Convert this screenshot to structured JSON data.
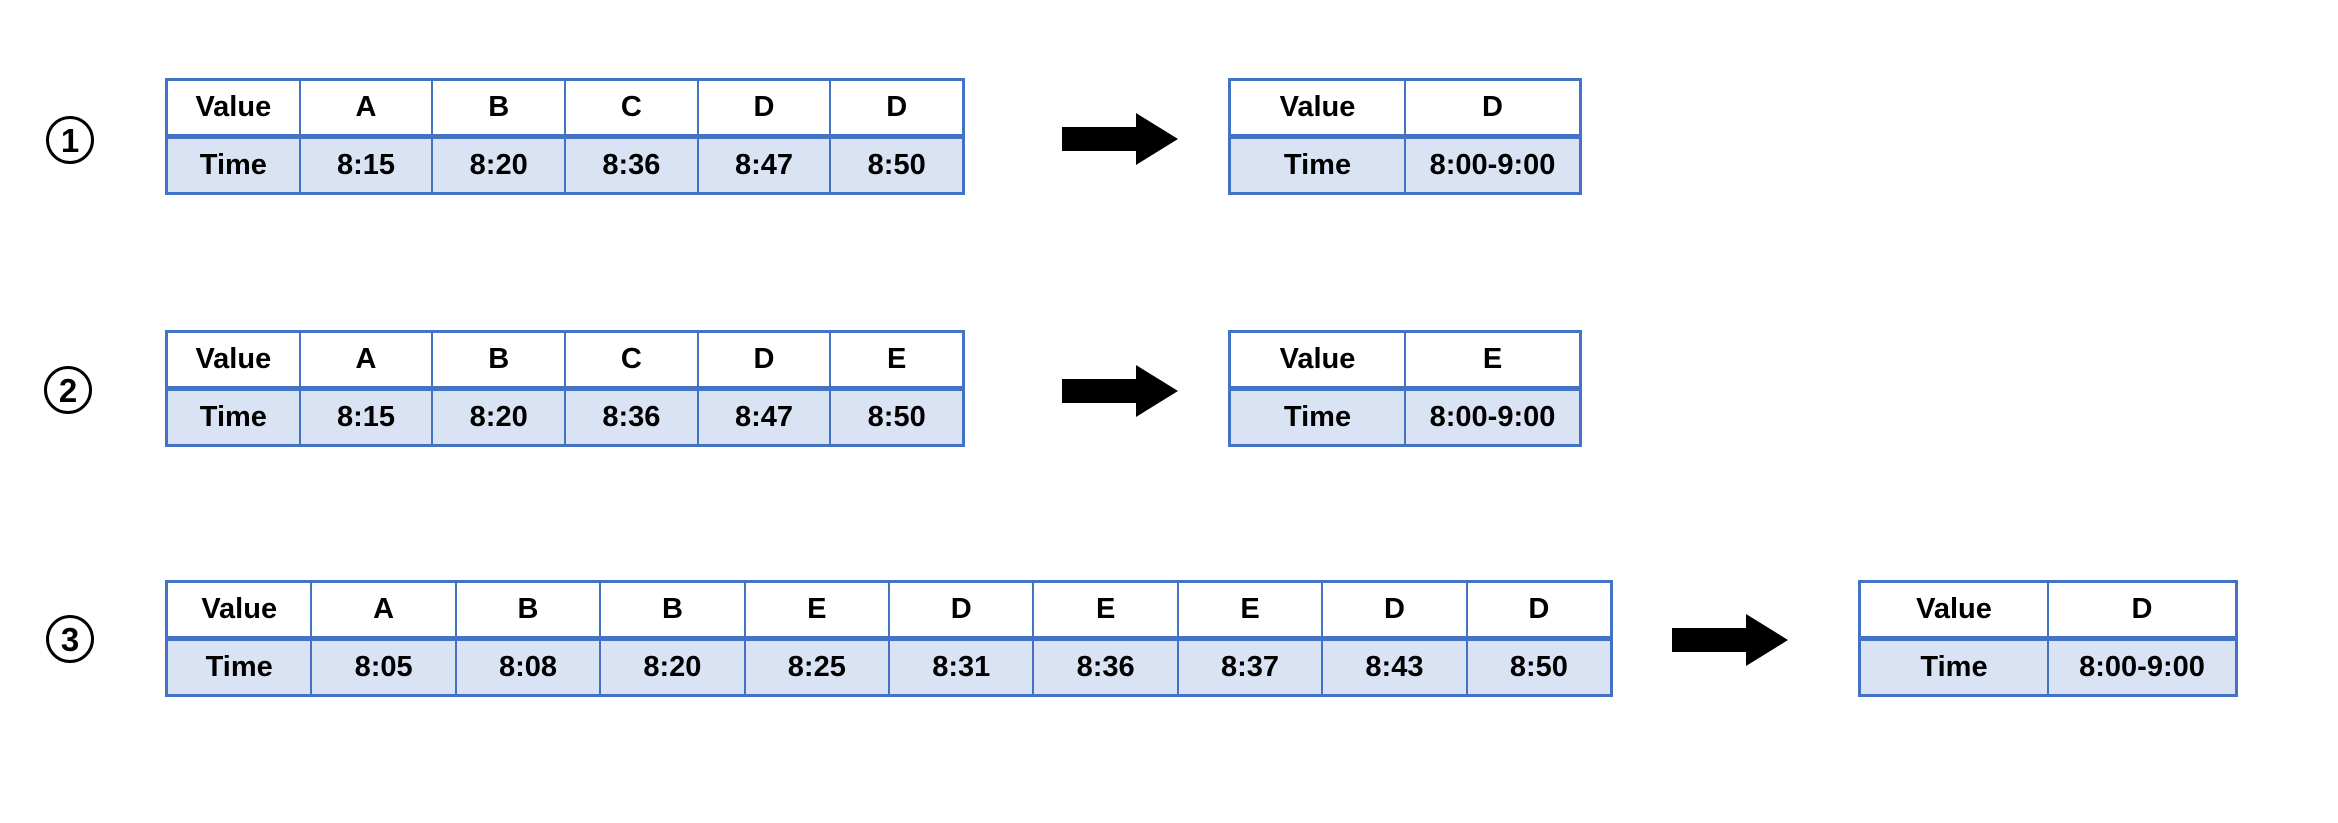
{
  "colors": {
    "table_border": "#4472C4",
    "time_row_fill": "#DAE3F3",
    "header_row_fill": "#FFFFFF",
    "arrow": "#000000",
    "text": "#000000"
  },
  "row_labels": {
    "value": "Value",
    "time": "Time"
  },
  "examples": [
    {
      "label": "1",
      "input": {
        "rows": [
          [
            "Value",
            "A",
            "B",
            "C",
            "D",
            "D"
          ],
          [
            "Time",
            "8:15",
            "8:20",
            "8:36",
            "8:47",
            "8:50"
          ]
        ]
      },
      "output": {
        "rows": [
          [
            "Value",
            "D"
          ],
          [
            "Time",
            "8:00-9:00"
          ]
        ]
      }
    },
    {
      "label": "2",
      "input": {
        "rows": [
          [
            "Value",
            "A",
            "B",
            "C",
            "D",
            "E"
          ],
          [
            "Time",
            "8:15",
            "8:20",
            "8:36",
            "8:47",
            "8:50"
          ]
        ]
      },
      "output": {
        "rows": [
          [
            "Value",
            "E"
          ],
          [
            "Time",
            "8:00-9:00"
          ]
        ]
      }
    },
    {
      "label": "3",
      "input": {
        "rows": [
          [
            "Value",
            "A",
            "B",
            "B",
            "E",
            "D",
            "E",
            "E",
            "D",
            "D"
          ],
          [
            "Time",
            "8:05",
            "8:08",
            "8:20",
            "8:25",
            "8:31",
            "8:36",
            "8:37",
            "8:43",
            "8:50"
          ]
        ]
      },
      "output": {
        "rows": [
          [
            "Value",
            "D"
          ],
          [
            "Time",
            "8:00-9:00"
          ]
        ]
      }
    }
  ]
}
